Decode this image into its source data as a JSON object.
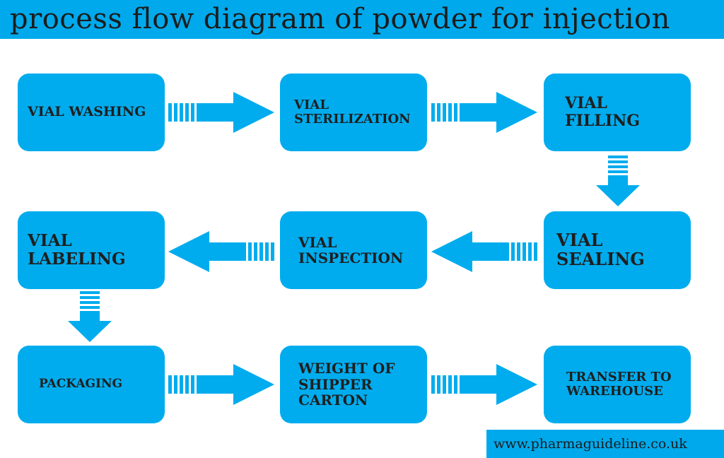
{
  "title": "process flow diagram of powder for injection",
  "colors": {
    "accent": "#00a9ec",
    "box": "#00acee",
    "text": "#1f1f1f"
  },
  "steps": [
    {
      "lines": [
        "VIAL WASHING"
      ]
    },
    {
      "lines": [
        "VIAL",
        "STERILIZATION"
      ]
    },
    {
      "lines": [
        "VIAL",
        "FILLING"
      ]
    },
    {
      "lines": [
        "VIAL",
        "LABELING"
      ]
    },
    {
      "lines": [
        "VIAL",
        "INSPECTION"
      ]
    },
    {
      "lines": [
        "VIAL",
        "SEALING"
      ]
    },
    {
      "lines": [
        "PACKAGING"
      ]
    },
    {
      "lines": [
        "WEIGHT OF",
        "SHIPPER",
        "CARTON"
      ]
    },
    {
      "lines": [
        "TRANSFER TO",
        "WAREHOUSE"
      ]
    }
  ],
  "footer": {
    "url": "www.pharmaguideline.co.uk"
  }
}
